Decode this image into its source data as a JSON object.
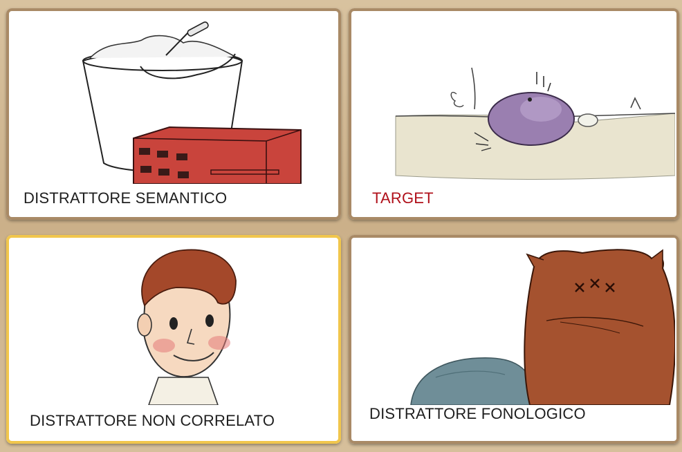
{
  "cards": [
    {
      "id": "semantic",
      "label": "DISTRATTORE SEMANTICO",
      "label_color": "#1e1e1e",
      "picture": "bucket-and-brick"
    },
    {
      "id": "target",
      "label": "TARGET",
      "label_color": "#b0101a",
      "picture": "mole-in-ground"
    },
    {
      "id": "unrelated",
      "label": "DISTRATTORE NON CORRELATO",
      "label_color": "#1e1e1e",
      "picture": "boy-face"
    },
    {
      "id": "phonological",
      "label": "DISTRATTORE FONOLOGICO",
      "label_color": "#1e1e1e",
      "picture": "brown-owl"
    }
  ],
  "colors": {
    "board": "#cdb48f",
    "card_border": "#a98a66",
    "selected_border": "#f1c64c",
    "brick": "#c9443c",
    "mole": "#9a7fb0",
    "owl": "#a5522f",
    "skin": "#f6d9c0",
    "hair": "#a4482a"
  }
}
